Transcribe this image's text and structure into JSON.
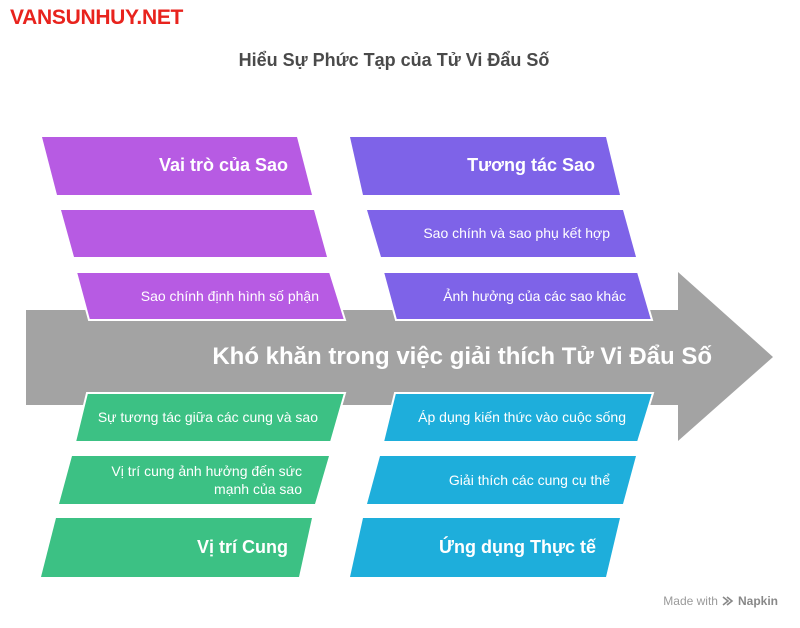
{
  "watermark": "VANSUNHUY.NET",
  "title": "Hiểu Sự Phức Tạp của Tử Vi Đẩu Số",
  "spine": "Khó khăn trong việc giải thích Tử Vi Đẩu Số",
  "colors": {
    "purple": "#b75be3",
    "violet": "#7e63e8",
    "green": "#3cc184",
    "blue": "#1eaedb",
    "spine": "#a3a3a3"
  },
  "bones": {
    "vai_tro_sao": {
      "heading": "Vai trò của Sao",
      "items": [
        "",
        "Sao chính định hình số phận"
      ]
    },
    "tuong_tac_sao": {
      "heading": "Tương tác Sao",
      "items": [
        "Sao chính và sao phụ kết hợp",
        "Ảnh hưởng của các sao khác"
      ]
    },
    "vi_tri_cung": {
      "heading": "Vị trí Cung",
      "items": [
        "Sự tương tác giữa các cung và sao",
        "Vị trí cung ảnh hưởng đến sức mạnh của sao"
      ]
    },
    "ung_dung": {
      "heading": "Ứng dụng Thực tế",
      "items": [
        "Áp dụng kiến thức vào cuộc sống",
        "Giải thích các cung cụ thể"
      ]
    }
  },
  "footer": {
    "prefix": "Made with",
    "brand": "Napkin"
  }
}
